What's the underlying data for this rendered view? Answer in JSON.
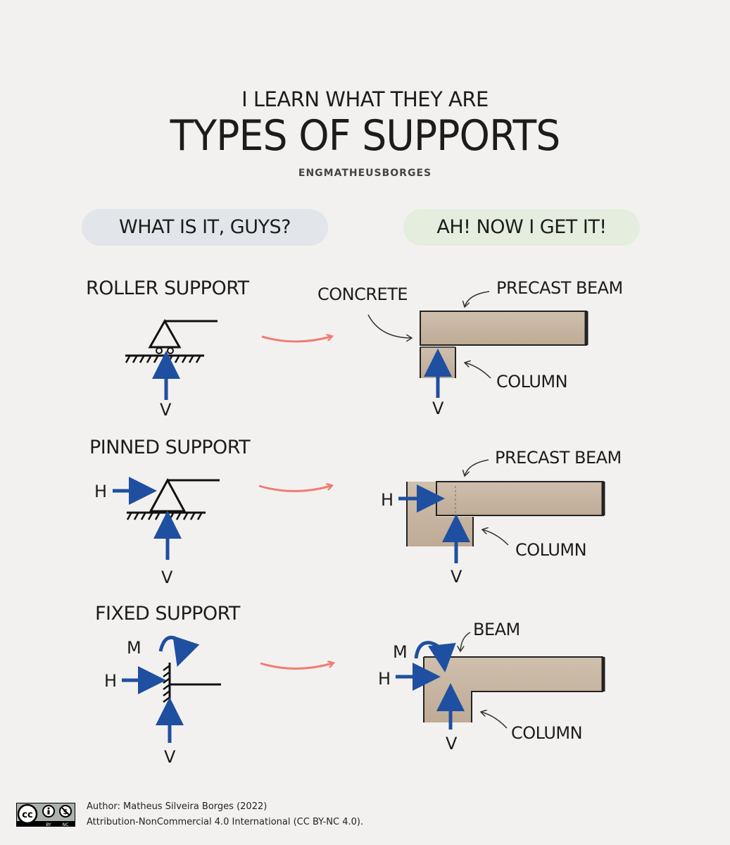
{
  "header": {
    "subtitle": "I LEARN WHAT THEY ARE",
    "title": "TYPES OF SUPPORTS",
    "author_handle": "ENGMATHEUSBORGES"
  },
  "columns": {
    "left": "WHAT IS IT, GUYS?",
    "right": "AH! NOW I GET IT!"
  },
  "supports": [
    {
      "name": "ROLLER SUPPORT",
      "forces": [
        "V"
      ],
      "labels": {
        "concrete": "CONCRETE",
        "beam": "PRECAST BEAM",
        "column": "COLUMN"
      }
    },
    {
      "name": "PINNED SUPPORT",
      "forces": [
        "H",
        "V"
      ],
      "labels": {
        "beam": "PRECAST BEAM",
        "column": "COLUMN"
      }
    },
    {
      "name": "FIXED SUPPORT",
      "forces": [
        "M",
        "H",
        "V"
      ],
      "labels": {
        "beam": "BEAM",
        "column": "COLUMN"
      }
    }
  ],
  "footer": {
    "line1": "Author: Matheus Silveira Borges (2022)",
    "line2": "Attribution-NonCommercial 4.0 International (CC BY-NC 4.0).",
    "license_badge": [
      "cc",
      "BY",
      "NC"
    ]
  },
  "colors": {
    "background": "#f3f1ef",
    "arrow_blue": "#1f4fa0",
    "arrow_pink": "#ef7d72",
    "concrete": "#c8b6a2"
  }
}
